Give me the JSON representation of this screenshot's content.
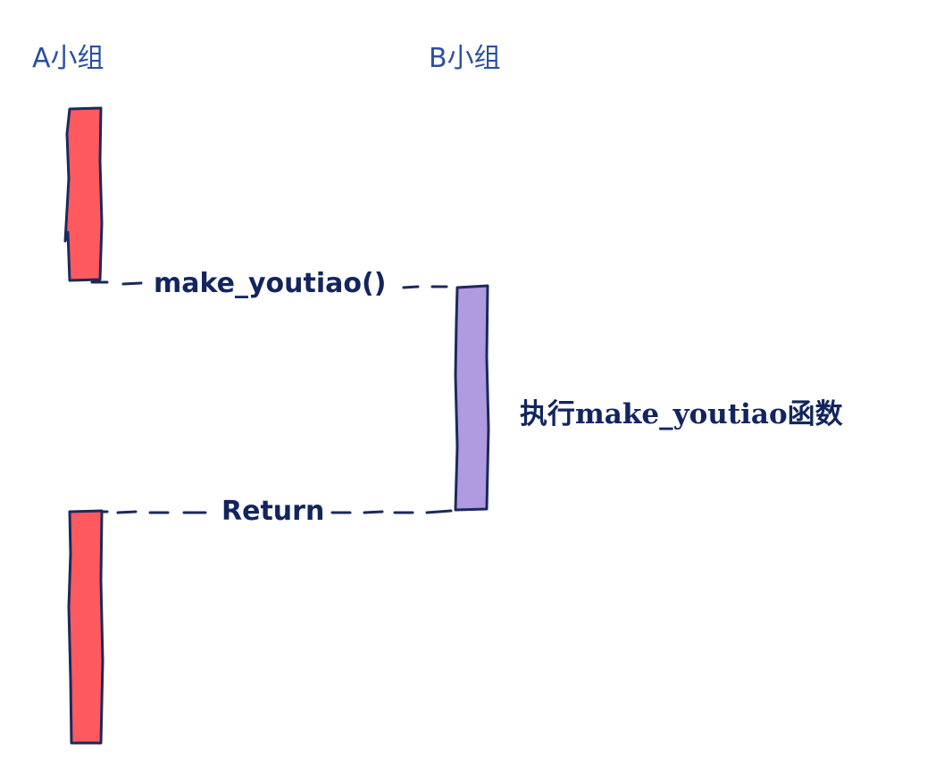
{
  "groups": {
    "a_label": "A小组",
    "b_label": "B小组"
  },
  "messages": {
    "call_label": "make_youtiao()",
    "return_label": "Return"
  },
  "note": {
    "text": "执行make_youtiao函数"
  },
  "colors": {
    "a_bar": "#ff5a5f",
    "b_bar": "#b09ae0",
    "stroke": "#1b2a5c",
    "group_text": "#2b4fa0",
    "msg_text": "#13255e"
  }
}
